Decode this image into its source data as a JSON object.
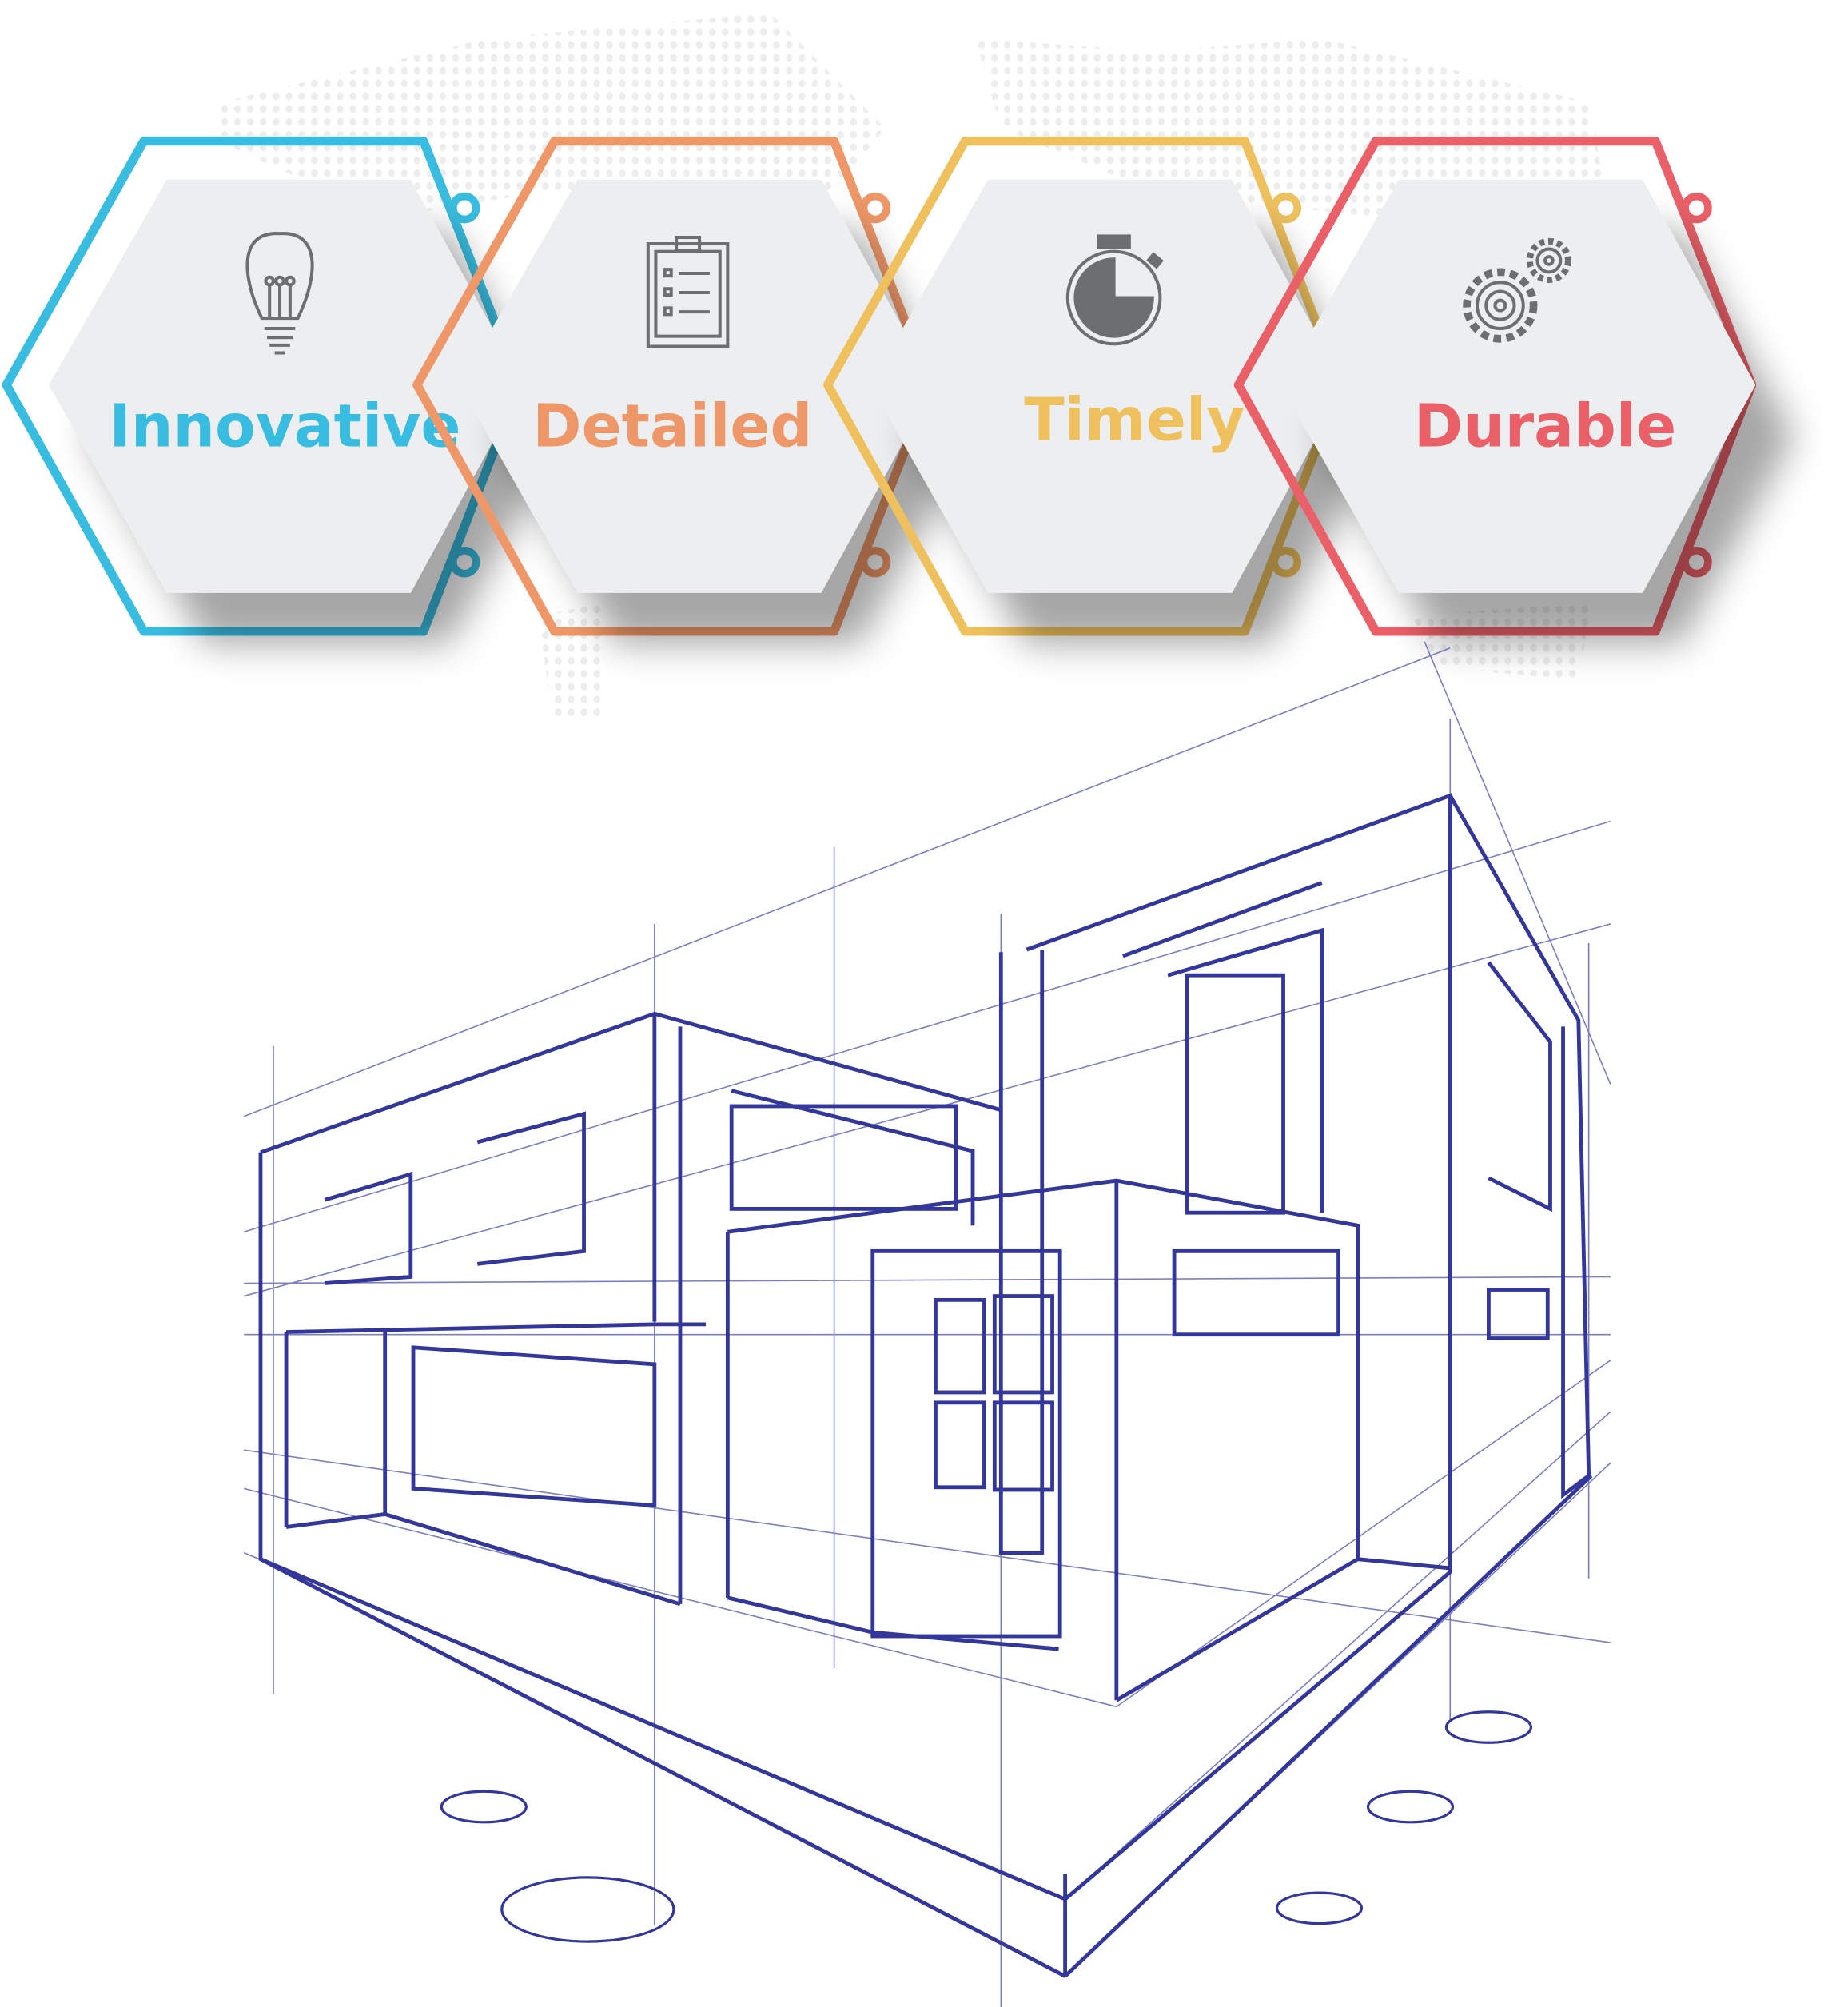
{
  "features": [
    {
      "label": "Innovative",
      "icon": "lightbulb-icon",
      "color": "#38bcdf"
    },
    {
      "label": "Detailed",
      "icon": "clipboard-checklist-icon",
      "color": "#ee9768"
    },
    {
      "label": "Timely",
      "icon": "stopwatch-icon",
      "color": "#eec15e"
    },
    {
      "label": "Durable",
      "icon": "gears-icon",
      "color": "#ea6068"
    }
  ],
  "colors": {
    "hex_fill": "#edeef0",
    "icon": "#6d6e71",
    "sketch": "#34379a",
    "dots": "#eceded"
  }
}
